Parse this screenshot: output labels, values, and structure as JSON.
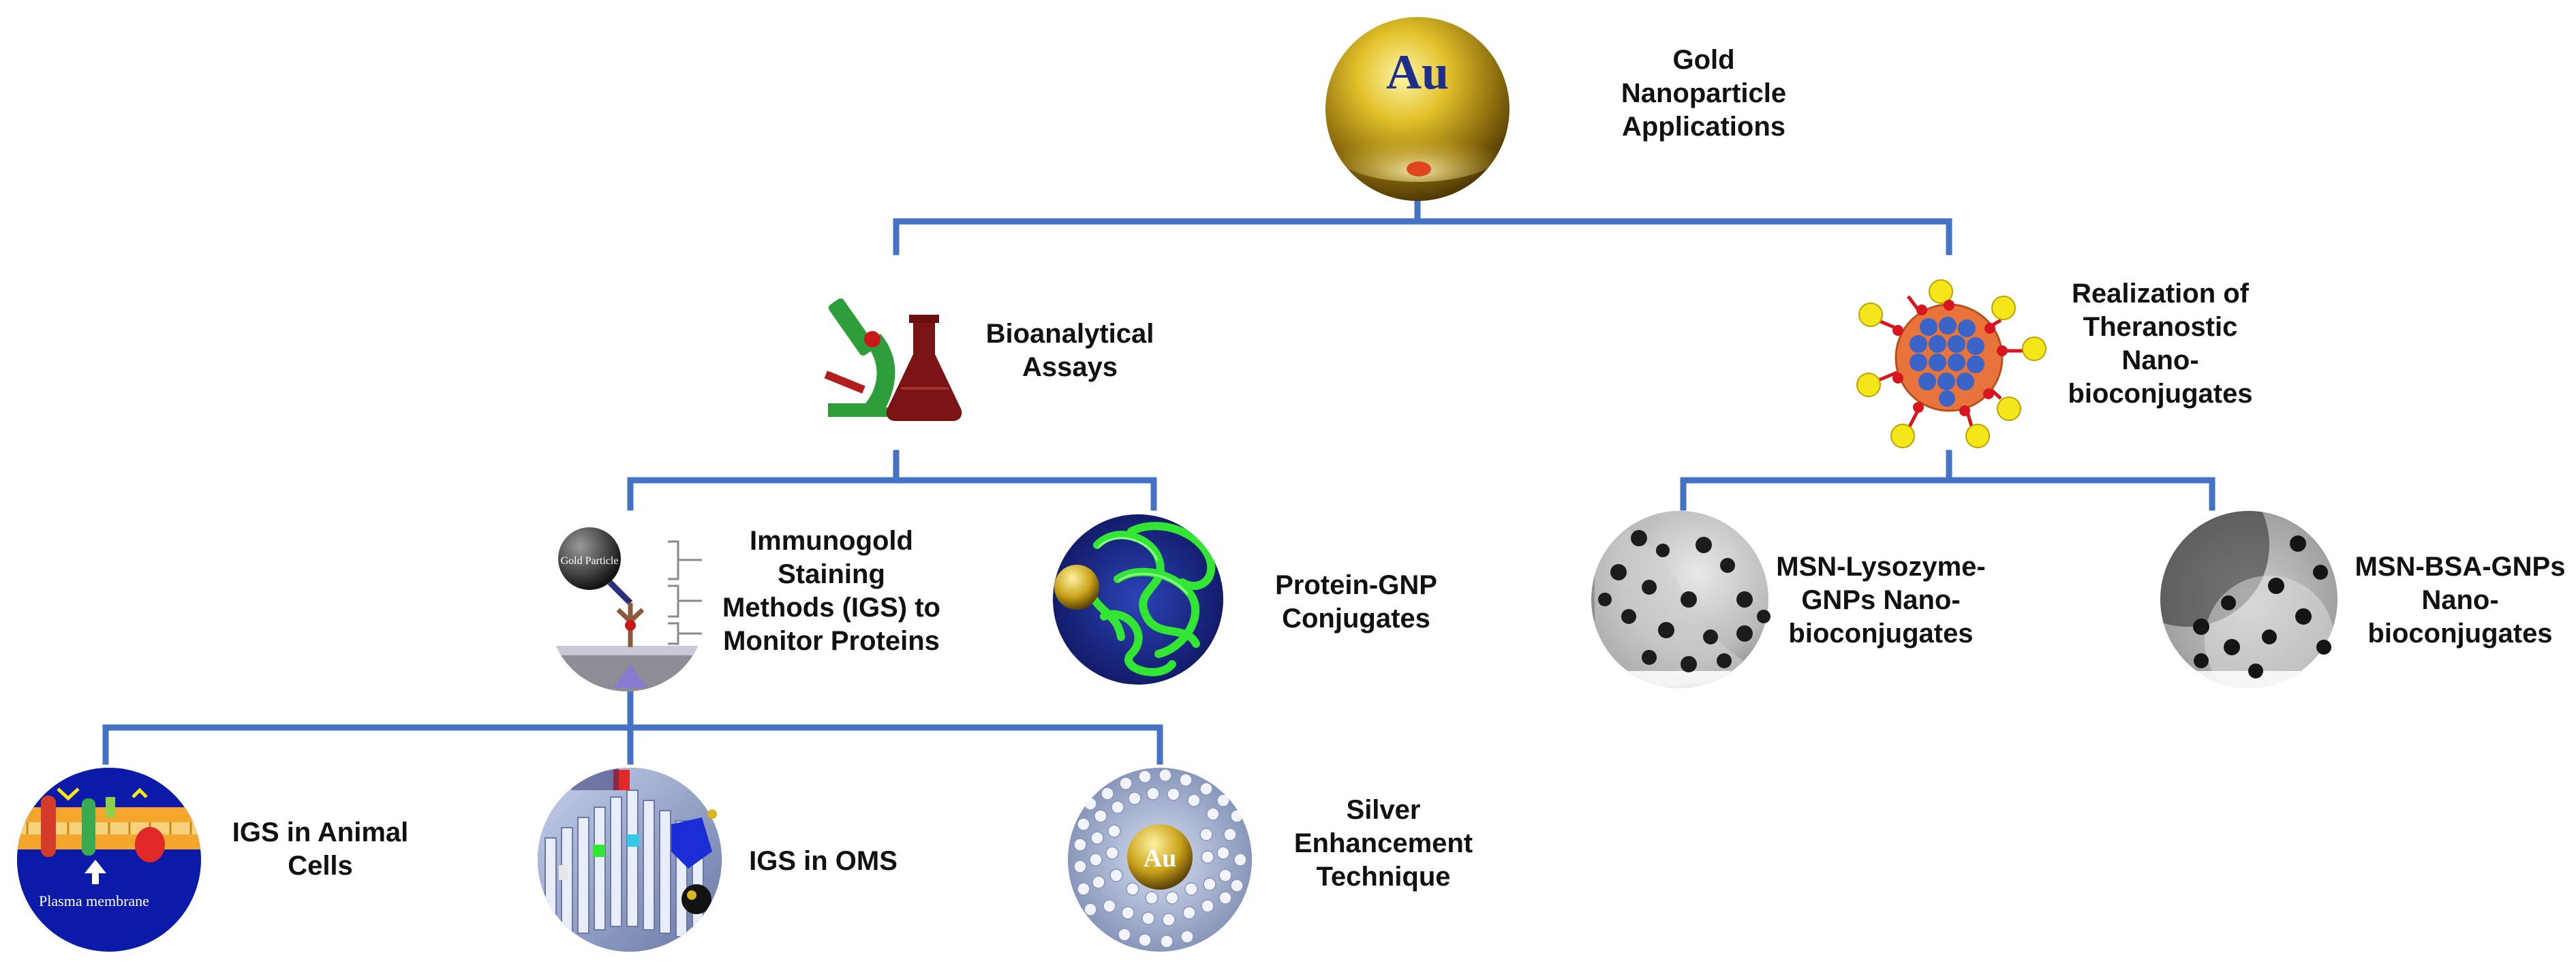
{
  "colors": {
    "connector": "#4472c4",
    "text": "#111111",
    "gold": "#c9a31a",
    "assay_green": "#2e9e3a",
    "flask_red": "#7a1414",
    "protein_green": "#33e633",
    "protein_bg": "#1b2c8c",
    "sem_gray": "#9a9a9a",
    "theranostic_core": "#e8743b",
    "theranostic_dot": "#3a64c8",
    "ligand_yellow": "#f5e61a",
    "linker_red": "#d8141e",
    "membrane_bg": "#0b1aa8"
  },
  "root": {
    "icon": "gold-nanoparticle-icon",
    "icon_text": "Au",
    "label": [
      "Gold",
      "Nanoparticle",
      "Applications"
    ]
  },
  "bioanalytical": {
    "icon": "microscope-flask-icon",
    "label": [
      "Bioanalytical",
      "Assays"
    ]
  },
  "theranostic": {
    "icon": "theranostic-nanoparticle-icon",
    "label": [
      "Realization of",
      "Theranostic",
      "Nano-",
      "bioconjugates"
    ]
  },
  "immunogold": {
    "icon": "immunogold-schematic-icon",
    "icon_text": "Gold Particle",
    "label": [
      "Immunogold",
      "Staining",
      "Methods (IGS) to",
      "Monitor Proteins"
    ]
  },
  "protein_gnp": {
    "icon": "protein-structure-icon",
    "label": [
      "Protein-GNP",
      "Conjugates"
    ]
  },
  "msn_lysozyme": {
    "icon": "sem-image-lysozyme-icon",
    "label": [
      "MSN-Lysozyme-",
      "GNPs Nano-",
      "bioconjugates"
    ]
  },
  "msn_bsa": {
    "icon": "sem-image-bsa-icon",
    "label": [
      "MSN-BSA-GNPs",
      "Nano-",
      "bioconjugates"
    ]
  },
  "igs_animal": {
    "icon": "plasma-membrane-icon",
    "icon_text": "Plasma membrane",
    "label": [
      "IGS in Animal",
      "Cells"
    ]
  },
  "igs_oms": {
    "icon": "oms-surface-icon",
    "label": [
      "IGS in OMS"
    ]
  },
  "silver": {
    "icon": "silver-enhancement-icon",
    "icon_text": "Au",
    "label": [
      "Silver",
      "Enhancement",
      "Technique"
    ]
  }
}
